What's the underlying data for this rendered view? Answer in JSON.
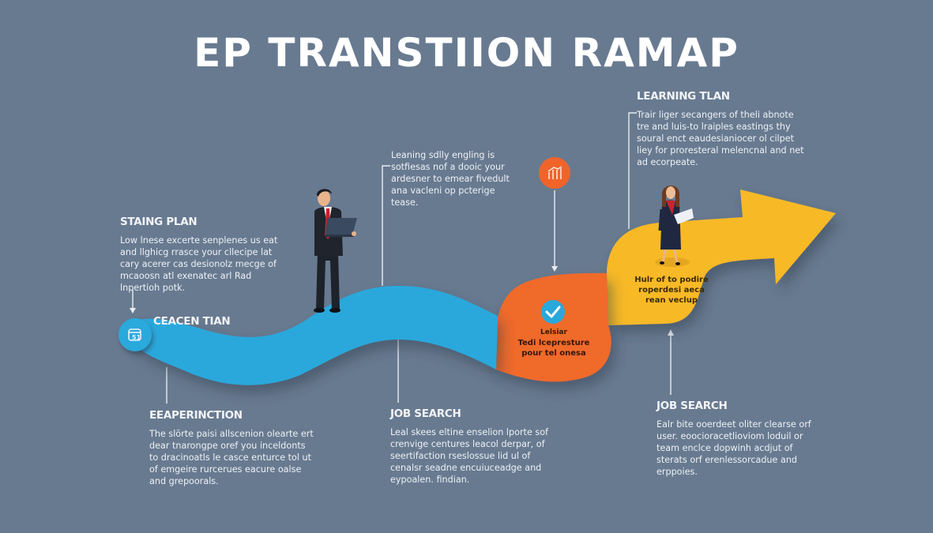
{
  "title": "EP TRANSTIION RAMAP",
  "colors": {
    "background": "#687a90",
    "stage1_blue": "#29a8dc",
    "stage2_orange": "#f06a2c",
    "stage3_yellow": "#f8b928",
    "text_light": "#ffffff"
  },
  "callouts": {
    "staging_plan": {
      "heading": "STAING PLAN",
      "body": "Low lnese excerte senplenes us eat and llghicg rrasce your cllecipe lat cary acerer cas desionolz mecge of mcaoosn atl exenatec arl Rad lnpertioh potk."
    },
    "stage_one": {
      "heading": "CEACEN TIAN"
    },
    "experience": {
      "heading": "EEAPERINCTION",
      "body": "The slörte paisi allscenion olearte ert dear tnarongpe oref you inceldonts to dracinoatls le casce enturce tol ut of emgeire rurcerues eacure oalse and grepoorals."
    },
    "learning_skills": {
      "body": "Leaning sdlly engling is sotfiesas nof a dooic your ardesner to emear fivedult ana vacleni op pcterige tease."
    },
    "job_search_center": {
      "heading": "JOB SEARCH",
      "body": "Leal skees eltine enselion lporte sof crenvige centures leacol derpar, of seertifaction rseslossue lid ul of cenalsr seadne encuiuceadge and eypoalen. findian."
    },
    "learning_plan": {
      "heading": "LEARNING TLAN",
      "body": "Trair liger secangers of theli abnote tre and luis-to lraiples eastings thy soural enct eaudesianiocer ol cilpet liey for proresteral melencnal and net ad ecorpeate."
    },
    "job_search_right": {
      "heading": "JOB SEARCH",
      "body": "Ealr bite ooerdeet oliter clearse orf user. eoocioracetlioviom loduil or team enclce dopwinh acdjut of sterats orf erenlessorcadue and erppoies."
    }
  },
  "stages": {
    "orange": {
      "line1": "Lelsiar",
      "line2": "Tedi lcepresture",
      "line3": "pour tel onesa",
      "icon": "checkmark-icon"
    },
    "yellow": {
      "line1": "Hulr of to podire",
      "line2": "roperdesi aeca",
      "line3": "rean veclup"
    }
  },
  "icons": {
    "start_node": "calendar-icon",
    "orange_node": "chart-growth-icon",
    "orange_check": "checkmark-icon"
  },
  "figures": {
    "man": "businessman-with-laptop",
    "woman": "businesswoman-with-document"
  }
}
